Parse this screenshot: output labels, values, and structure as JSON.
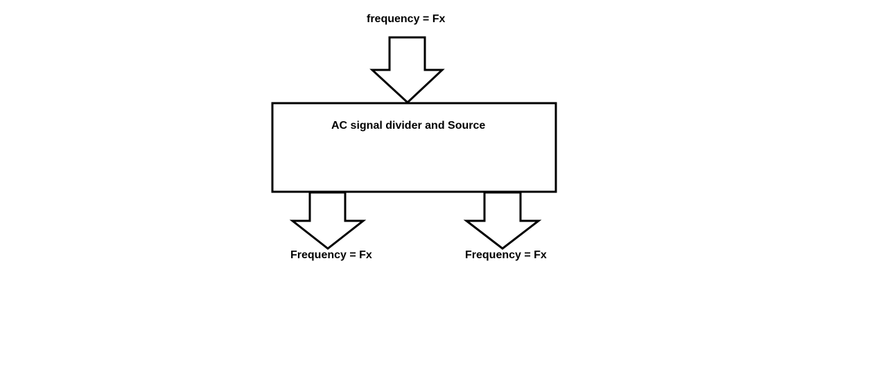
{
  "diagram": {
    "input_label": "frequency = Fx",
    "block_label": "AC signal divider and Source",
    "output_left_label": "Frequency = Fx",
    "output_right_label": "Frequency = Fx"
  },
  "colors": {
    "stroke": "#000000",
    "background": "#ffffff"
  }
}
